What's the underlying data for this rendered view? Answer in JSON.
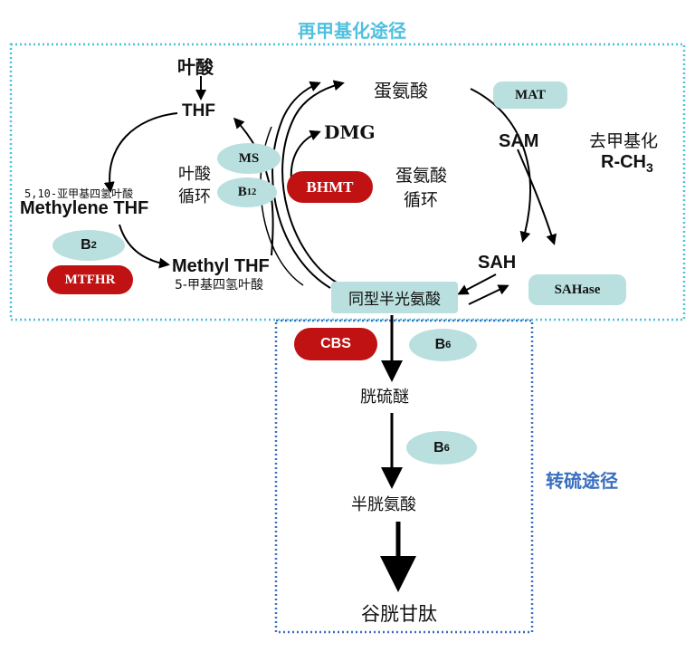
{
  "titles": {
    "remethylation": "再甲基化途径",
    "transsulfuration": "转硫途径"
  },
  "folate_cycle": {
    "folate": "叶酸",
    "thf": "THF",
    "methylene_thf_cn": "5,10-亚甲基四氢叶酸",
    "methylene_thf": "Methylene THF",
    "methyl_thf": "Methyl THF",
    "methyl_thf_cn": "5-甲基四氢叶酸",
    "cycle_label_line1": "叶酸",
    "cycle_label_line2": "循环"
  },
  "methionine_cycle": {
    "methionine": "蛋氨酸",
    "dmg": "DMG",
    "sam": "SAM",
    "sah": "SAH",
    "homocysteine": "同型半光氨酸",
    "demethylation": "去甲基化",
    "r_ch3": "R-CH",
    "r_ch3_sub": "3",
    "cycle_label_line1": "蛋氨酸",
    "cycle_label_line2": "循环"
  },
  "transsulfuration_path": {
    "cystathionine": "胱硫醚",
    "cysteine": "半胱氨酸",
    "glutathione": "谷胱甘肽"
  },
  "cofactors": {
    "ms": "MS",
    "b12": "B",
    "b12_sub": "12",
    "b2": "B",
    "b2_sub": "2",
    "b6_first": "B",
    "b6_first_sub": "6",
    "b6_second": "B",
    "b6_second_sub": "6",
    "mat": "MAT",
    "sahase": "SAHase"
  },
  "enzymes": {
    "bhmt": "BHMT",
    "mtfhr": "MTFHR",
    "cbs": "CBS"
  },
  "colors": {
    "remethylation_border": "#4fc0de",
    "transsulfuration_border": "#3a6fbf",
    "cofactor_fill": "#b9dfdf",
    "enzyme_fill": "#c01212"
  }
}
